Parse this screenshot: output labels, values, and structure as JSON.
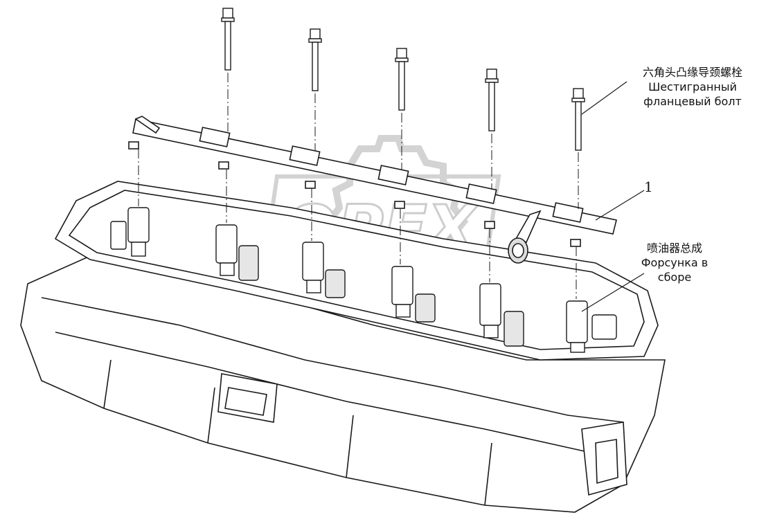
{
  "labels": {
    "bolt": {
      "zh": "六角头凸缘导颈螺栓",
      "ru_line1": "Шестигранный",
      "ru_line2": "фланцевый болт"
    },
    "injector": {
      "zh": "喷油器总成",
      "ru_line1": "Форсунка в",
      "ru_line2": "сборе"
    },
    "callout_number": "1"
  },
  "watermark": {
    "text": "OPEX",
    "color": "#cfcfcf"
  },
  "colors": {
    "line": "#1a1a1a",
    "fill": "#ffffff",
    "shade": "#d9d9d9"
  }
}
